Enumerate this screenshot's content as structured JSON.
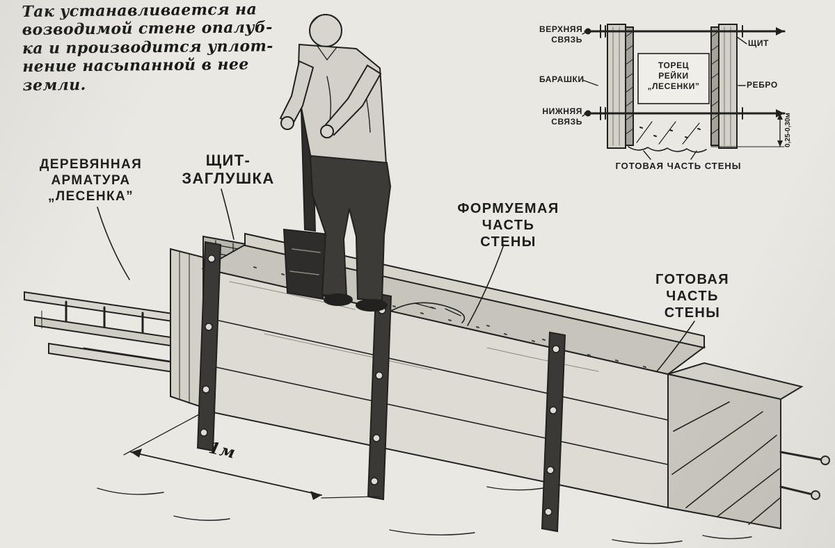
{
  "page": {
    "background": "#eae8e3",
    "ink": "#20201e"
  },
  "caption": {
    "lines": [
      "Так устанавливается на",
      "возводимой стене опалуб-",
      "ка и производится уплот-",
      "нение насыпанной в нее",
      "земли."
    ]
  },
  "labels": {
    "ladder": {
      "lines": [
        "ДЕРЕВЯННАЯ",
        "АРМАТУРА",
        "„ЛЕСЕНКА”"
      ]
    },
    "end_shield": {
      "lines": [
        "ЩИТ-",
        "ЗАГЛУШКА"
      ]
    },
    "formed_wall": {
      "lines": [
        "ФОРМУЕМАЯ",
        "ЧАСТЬ",
        "СТЕНЫ"
      ]
    },
    "finished_wall": {
      "lines": [
        "ГОТОВАЯ",
        "ЧАСТЬ",
        "СТЕНЫ"
      ]
    },
    "dimension_1m": "1м"
  },
  "inset": {
    "upper_tie": {
      "lines": [
        "ВЕРХНЯЯ",
        "СВЯЗЬ"
      ]
    },
    "wing_nuts": "БАРАШКИ",
    "lower_tie": {
      "lines": [
        "НИЖНЯЯ",
        "СВЯЗЬ"
      ]
    },
    "shield": "ЩИТ",
    "rib": "РЕБРО",
    "rail_end": {
      "lines": [
        "ТОРЕЦ",
        "РЕЙКИ",
        "„ЛЕСЕНКИ”"
      ]
    },
    "dimension": "0,25-0,30м",
    "finished_wall": "ГОТОВАЯ ЧАСТЬ СТЕНЫ"
  }
}
